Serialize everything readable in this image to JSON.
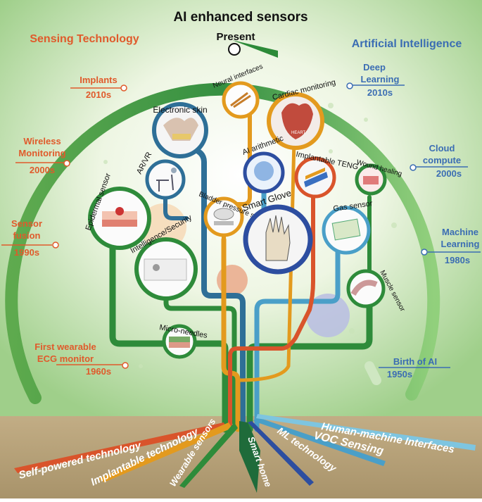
{
  "title": "AI enhanced sensors",
  "present": "Present",
  "left_heading": "Sensing Technology",
  "right_heading": "Artificial Intelligence",
  "left_timeline": [
    {
      "lines": [
        "Implants"
      ],
      "year": "2010s"
    },
    {
      "lines": [
        "Wireless",
        "Monitoring"
      ],
      "year": "2000s"
    },
    {
      "lines": [
        "Sensor",
        "fusion"
      ],
      "year": "1990s"
    },
    {
      "lines": [
        "First wearable",
        "ECG monitor"
      ],
      "year": "1960s"
    }
  ],
  "right_timeline": [
    {
      "lines": [
        "Deep",
        "Learning"
      ],
      "year": "2010s"
    },
    {
      "lines": [
        "Cloud",
        "compute"
      ],
      "year": "2000s"
    },
    {
      "lines": [
        "Machine",
        "Learning"
      ],
      "year": "1980s"
    },
    {
      "lines": [
        "Birth of AI"
      ],
      "year": "1950s"
    }
  ],
  "nodes": {
    "electronic_skin": "Electronic skin",
    "neural_interfaces": "Neural interfaces",
    "cardiac_monitoring": "Cardiac monitoring",
    "ar_vr": "AR/VR",
    "ai_arithmetic": "AI arithmetic",
    "implantable_teng": "Implantable TENG",
    "wound_healing": "Wound healing",
    "epidermal_sensor": "Epidermal sensor",
    "bladder_pressure": "Bladder pressure sensor",
    "smart_glove": "Smart Glove",
    "gas_sensor": "Gas sensor",
    "intelligence_security": "Intelligence/Security",
    "muscle_sensor": "Muscle sensor",
    "micro_needles": "Micro-needles",
    "heart_label": "HEART"
  },
  "roots": [
    "Self-powered technology",
    "Implantable technology",
    "Wearable sensors",
    "Smart home",
    "ML technology",
    "VOC Sensing",
    "Human-machine Interfaces"
  ],
  "colors": {
    "sensing": "#e05a2b",
    "ai": "#3b6db3",
    "branch_green": "#2e8b3a",
    "branch_blue": "#2e6f97",
    "branch_orange": "#e39a1e",
    "branch_red": "#d9542b",
    "soil": "#b49f78"
  }
}
